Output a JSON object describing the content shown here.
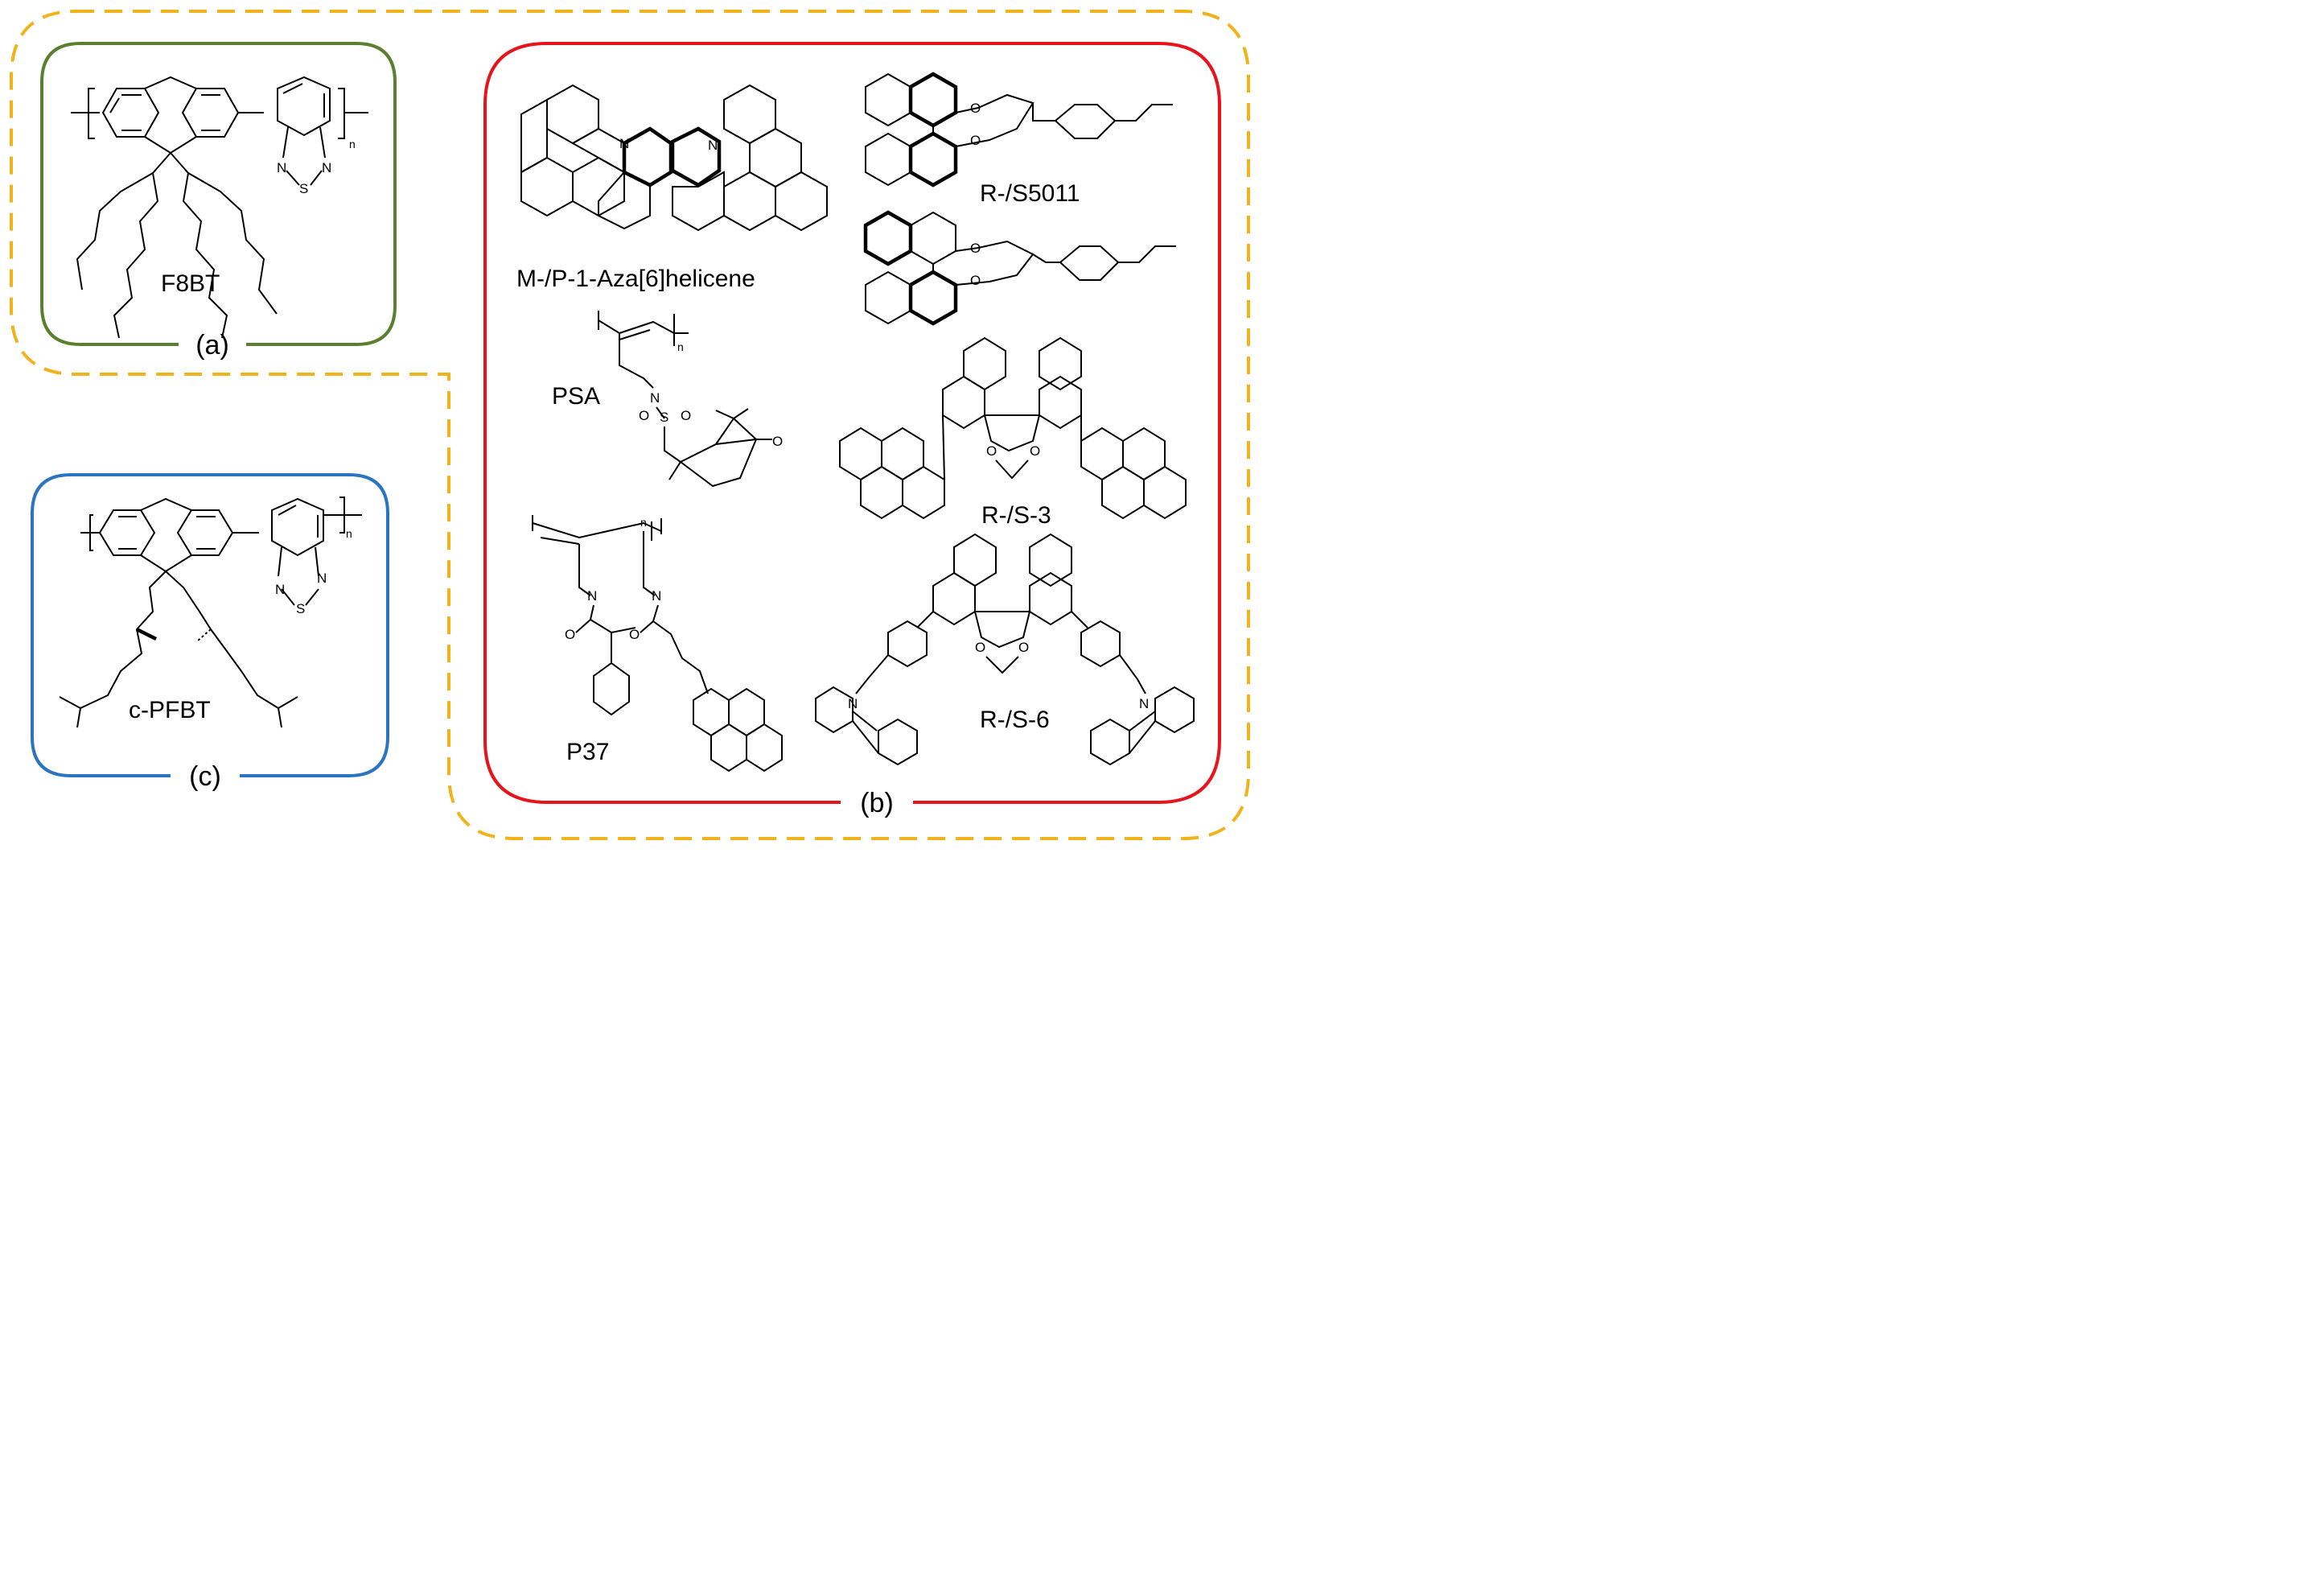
{
  "colors": {
    "outer_dashed": "#f2b21c",
    "panel_a": "#5a7f2e",
    "panel_b": "#e8141c",
    "panel_c": "#2a74c2"
  },
  "panels": {
    "a": {
      "label": "(a)",
      "compounds": [
        {
          "name": "F8BT"
        }
      ]
    },
    "b": {
      "label": "(b)",
      "compounds": [
        {
          "name": "M-/P-1-Aza[6]helicene"
        },
        {
          "name": "R-/S5011"
        },
        {
          "name": "PSA"
        },
        {
          "name": "R-/S-3"
        },
        {
          "name": "P37"
        },
        {
          "name": "R-/S-6"
        }
      ]
    },
    "c": {
      "label": "(c)",
      "compounds": [
        {
          "name": "c-PFBT"
        }
      ]
    }
  },
  "atoms": {
    "N": "N",
    "S": "S",
    "O": "O",
    "n": "n"
  }
}
